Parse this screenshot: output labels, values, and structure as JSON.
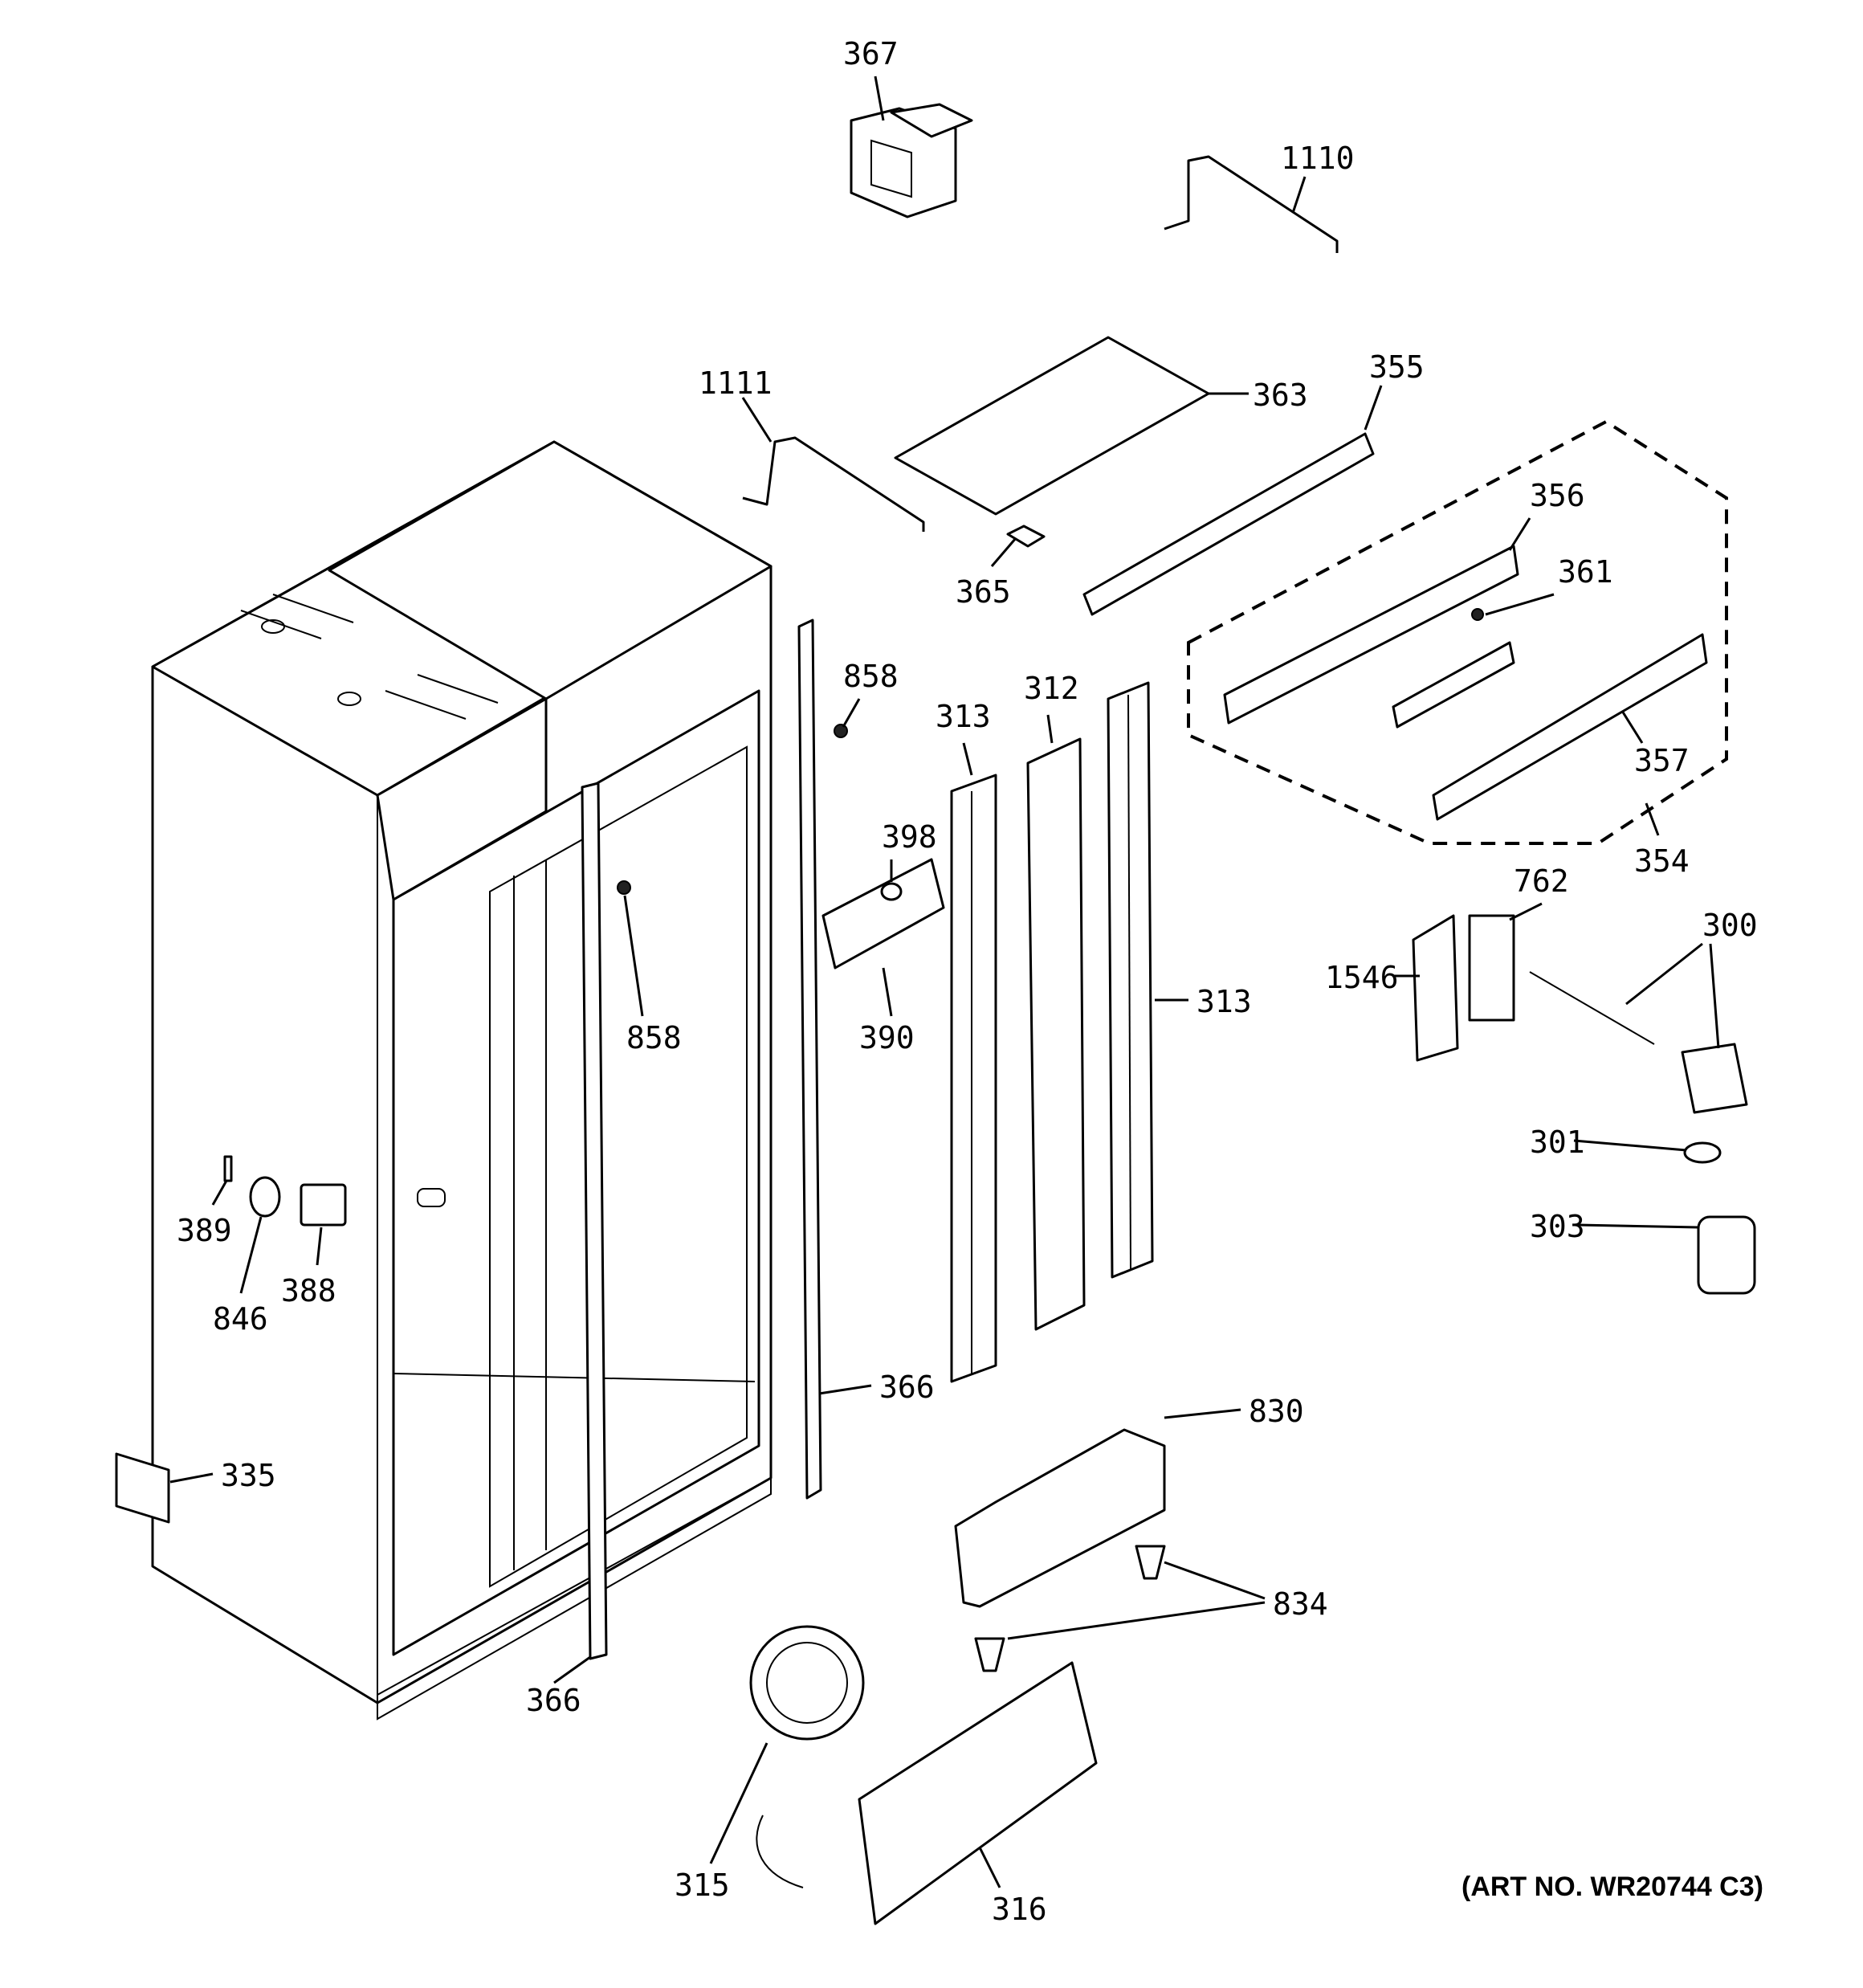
{
  "callouts": [
    {
      "id": "c367a",
      "label": "367"
    },
    {
      "id": "c1110",
      "label": "1110"
    },
    {
      "id": "c1111",
      "label": "1111"
    },
    {
      "id": "c363",
      "label": "363"
    },
    {
      "id": "c355",
      "label": "355"
    },
    {
      "id": "c356",
      "label": "356"
    },
    {
      "id": "c361",
      "label": "361"
    },
    {
      "id": "c365",
      "label": "365"
    },
    {
      "id": "c858a",
      "label": "858"
    },
    {
      "id": "c313a",
      "label": "313"
    },
    {
      "id": "c312",
      "label": "312"
    },
    {
      "id": "c357",
      "label": "357"
    },
    {
      "id": "c398",
      "label": "398"
    },
    {
      "id": "c354",
      "label": "354"
    },
    {
      "id": "c762",
      "label": "762"
    },
    {
      "id": "c300",
      "label": "300"
    },
    {
      "id": "c1546",
      "label": "1546"
    },
    {
      "id": "c313b",
      "label": "313"
    },
    {
      "id": "c858b",
      "label": "858"
    },
    {
      "id": "c390",
      "label": "390"
    },
    {
      "id": "c301",
      "label": "301"
    },
    {
      "id": "c303",
      "label": "303"
    },
    {
      "id": "c389",
      "label": "389"
    },
    {
      "id": "c388",
      "label": "388"
    },
    {
      "id": "c846",
      "label": "846"
    },
    {
      "id": "c366a",
      "label": "366"
    },
    {
      "id": "c830",
      "label": "830"
    },
    {
      "id": "c335",
      "label": "335"
    },
    {
      "id": "c834",
      "label": "834"
    },
    {
      "id": "c366b",
      "label": "366"
    },
    {
      "id": "c315",
      "label": "315"
    },
    {
      "id": "c316",
      "label": "316"
    }
  ],
  "art_number": "(ART NO. WR20744 C3)"
}
